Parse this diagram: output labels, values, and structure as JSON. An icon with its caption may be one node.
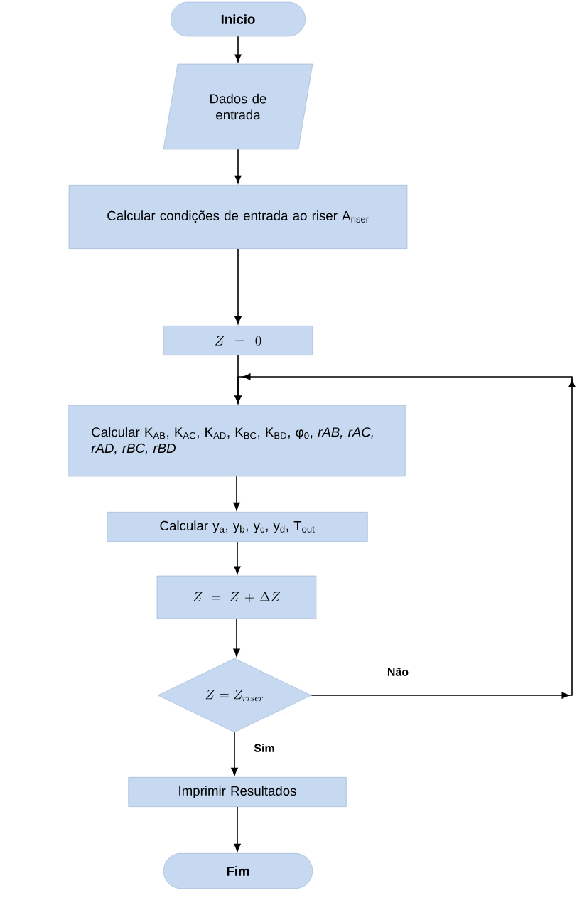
{
  "diagram": {
    "nodes": [
      {
        "text": [
          "Inicio"
        ]
      },
      {
        "text": [
          "Dados de entrada"
        ]
      },
      {
        "text": [
          "Calcular condições de entrada ao riser A$_{riser}$"
        ]
      },
      {
        "text": [
          "Z = 0"
        ]
      },
      {
        "text": [
          "Calcular K$_{AB}$, K$_{AC}$, K$_{AD}$, K$_{BC}$, K$_{BD}$, φ$_{0}$, *rAB, rAC, rAD, rBC, rBD*"
        ]
      },
      {
        "text": [
          "Calcular y$_{a}$, y$_{b}$, y$_{c}$, y$_{d}$, T$_{out}$"
        ]
      },
      {
        "text": [
          "Z = Z + \\Delta Z"
        ]
      },
      {
        "text": [
          "Z = Z_{riser}"
        ]
      },
      {
        "text": [
          "Imprimir Resultados"
        ]
      },
      {
        "text": [
          "Fim"
        ]
      }
    ],
    "edges": [
      {
        "from": 0,
        "to": 1,
        "arrow": "to"
      },
      {
        "from": 1,
        "to": 2,
        "arrow": "to"
      },
      {
        "from": 2,
        "to": 3,
        "arrow": "to"
      },
      {
        "from": 3,
        "to": 4,
        "arrow": "to"
      },
      {
        "from": 4,
        "to": 5,
        "arrow": "to"
      },
      {
        "from": 5,
        "to": 6,
        "arrow": "to"
      },
      {
        "from": 6,
        "to": 7,
        "arrow": "to"
      },
      {
        "from": 7,
        "to": 4,
        "arrow": "to",
        "label": "Não"
      },
      {
        "from": 7,
        "to": 8,
        "arrow": "to",
        "label": "Sim"
      },
      {
        "from": 8,
        "to": 9,
        "arrow": "to"
      }
    ]
  }
}
